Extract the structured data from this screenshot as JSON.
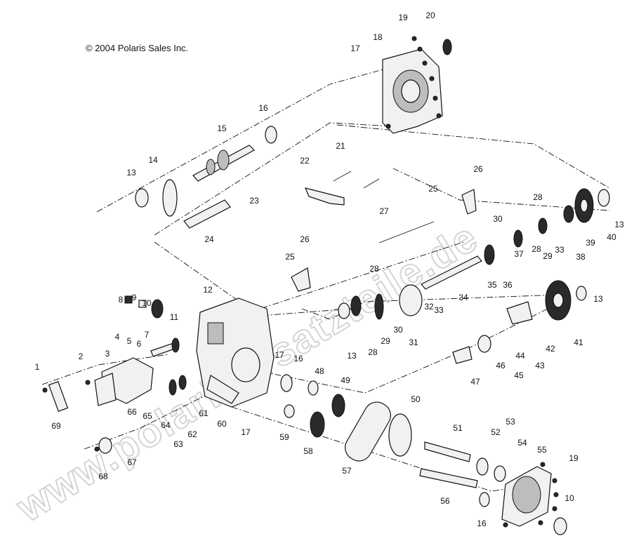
{
  "copyright": "© 2004 Polaris Sales Inc.",
  "watermark": "www.polarisersatzteile.de",
  "callouts": [
    {
      "id": "c1",
      "text": "1"
    },
    {
      "id": "c2",
      "text": "2"
    },
    {
      "id": "c3",
      "text": "3"
    },
    {
      "id": "c4",
      "text": "4"
    },
    {
      "id": "c5",
      "text": "5"
    },
    {
      "id": "c6",
      "text": "6"
    },
    {
      "id": "c7",
      "text": "7"
    },
    {
      "id": "c8",
      "text": "8"
    },
    {
      "id": "c9",
      "text": "9"
    },
    {
      "id": "c10a",
      "text": "10"
    },
    {
      "id": "c10b",
      "text": "10"
    },
    {
      "id": "c11",
      "text": "11"
    },
    {
      "id": "c12",
      "text": "12"
    },
    {
      "id": "c13a",
      "text": "13"
    },
    {
      "id": "c13b",
      "text": "13"
    },
    {
      "id": "c13c",
      "text": "13"
    },
    {
      "id": "c13d",
      "text": "13"
    },
    {
      "id": "c14",
      "text": "14"
    },
    {
      "id": "c15",
      "text": "15"
    },
    {
      "id": "c16a",
      "text": "16"
    },
    {
      "id": "c16b",
      "text": "16"
    },
    {
      "id": "c16c",
      "text": "16"
    },
    {
      "id": "c17a",
      "text": "17"
    },
    {
      "id": "c17b",
      "text": "17"
    },
    {
      "id": "c17c",
      "text": "17"
    },
    {
      "id": "c18",
      "text": "18"
    },
    {
      "id": "c19a",
      "text": "19"
    },
    {
      "id": "c19b",
      "text": "19"
    },
    {
      "id": "c20",
      "text": "20"
    },
    {
      "id": "c21",
      "text": "21"
    },
    {
      "id": "c22",
      "text": "22"
    },
    {
      "id": "c23",
      "text": "23"
    },
    {
      "id": "c24",
      "text": "24"
    },
    {
      "id": "c25a",
      "text": "25"
    },
    {
      "id": "c25b",
      "text": "25"
    },
    {
      "id": "c26a",
      "text": "26"
    },
    {
      "id": "c26b",
      "text": "26"
    },
    {
      "id": "c27",
      "text": "27"
    },
    {
      "id": "c28a",
      "text": "28"
    },
    {
      "id": "c28b",
      "text": "28"
    },
    {
      "id": "c28c",
      "text": "28"
    },
    {
      "id": "c28d",
      "text": "28"
    },
    {
      "id": "c29a",
      "text": "29"
    },
    {
      "id": "c29b",
      "text": "29"
    },
    {
      "id": "c30a",
      "text": "30"
    },
    {
      "id": "c30b",
      "text": "30"
    },
    {
      "id": "c31",
      "text": "31"
    },
    {
      "id": "c32",
      "text": "32"
    },
    {
      "id": "c33a",
      "text": "33"
    },
    {
      "id": "c33b",
      "text": "33"
    },
    {
      "id": "c34",
      "text": "34"
    },
    {
      "id": "c35",
      "text": "35"
    },
    {
      "id": "c36",
      "text": "36"
    },
    {
      "id": "c37",
      "text": "37"
    },
    {
      "id": "c38",
      "text": "38"
    },
    {
      "id": "c39",
      "text": "39"
    },
    {
      "id": "c40",
      "text": "40"
    },
    {
      "id": "c41",
      "text": "41"
    },
    {
      "id": "c42",
      "text": "42"
    },
    {
      "id": "c43",
      "text": "43"
    },
    {
      "id": "c44",
      "text": "44"
    },
    {
      "id": "c45",
      "text": "45"
    },
    {
      "id": "c46",
      "text": "46"
    },
    {
      "id": "c47",
      "text": "47"
    },
    {
      "id": "c48",
      "text": "48"
    },
    {
      "id": "c49",
      "text": "49"
    },
    {
      "id": "c50",
      "text": "50"
    },
    {
      "id": "c51",
      "text": "51"
    },
    {
      "id": "c52",
      "text": "52"
    },
    {
      "id": "c53",
      "text": "53"
    },
    {
      "id": "c54",
      "text": "54"
    },
    {
      "id": "c55",
      "text": "55"
    },
    {
      "id": "c56",
      "text": "56"
    },
    {
      "id": "c57",
      "text": "57"
    },
    {
      "id": "c58",
      "text": "58"
    },
    {
      "id": "c59",
      "text": "59"
    },
    {
      "id": "c60",
      "text": "60"
    },
    {
      "id": "c61",
      "text": "61"
    },
    {
      "id": "c62",
      "text": "62"
    },
    {
      "id": "c63",
      "text": "63"
    },
    {
      "id": "c64",
      "text": "64"
    },
    {
      "id": "c65",
      "text": "65"
    },
    {
      "id": "c66",
      "text": "66"
    },
    {
      "id": "c67",
      "text": "67"
    },
    {
      "id": "c68",
      "text": "68"
    },
    {
      "id": "c69",
      "text": "69"
    }
  ]
}
